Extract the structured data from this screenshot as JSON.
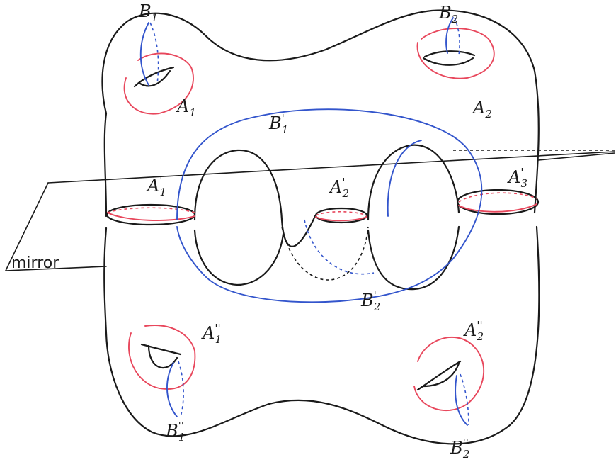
{
  "colors": {
    "ink": "#1a1a1a",
    "a_cycle": "#e8475c",
    "b_cycle": "#3355cc",
    "background": "#ffffff"
  },
  "plane_label": "mirror",
  "labels": {
    "B1": {
      "base": "B",
      "sub": "1"
    },
    "B2": {
      "base": "B",
      "sub": "2"
    },
    "A1": {
      "base": "A",
      "sub": "1"
    },
    "A2": {
      "base": "A",
      "sub": "2"
    },
    "B1p": {
      "base": "B",
      "sub": "1",
      "prime": "'"
    },
    "B2p": {
      "base": "B",
      "sub": "2",
      "prime": "'"
    },
    "A1p": {
      "base": "A",
      "sub": "1",
      "prime": "'"
    },
    "A2p": {
      "base": "A",
      "sub": "2",
      "prime": "'"
    },
    "A3p": {
      "base": "A",
      "sub": "3",
      "prime": "'"
    },
    "A1pp": {
      "base": "A",
      "sub": "1",
      "prime": "''"
    },
    "A2pp": {
      "base": "A",
      "sub": "2",
      "prime": "''"
    },
    "B1pp": {
      "base": "B",
      "sub": "1",
      "prime": "''"
    },
    "B2pp": {
      "base": "B",
      "sub": "2",
      "prime": "''"
    }
  }
}
